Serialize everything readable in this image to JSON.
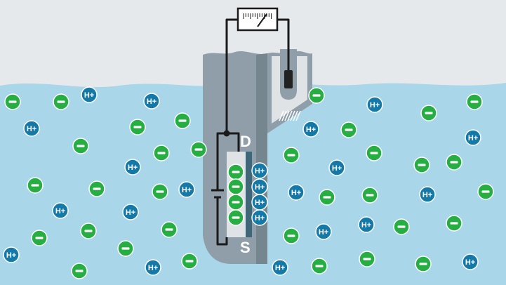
{
  "colors": {
    "sky": "#e6e9ec",
    "water": "#a9d6e8",
    "probe_body": "#8f9ea8",
    "probe_shadow": "#75868f",
    "probe_light": "#dfe3e6",
    "wire": "#1a1a1a",
    "negative_ion": "#27ae43",
    "hydrogen_ion": "#1579a8",
    "gate_plate": "#3f6778",
    "meter_face": "#ffffff"
  },
  "labels": {
    "drain": "D",
    "source": "S",
    "hydrogen_ion": "H+",
    "negative_ion": "−"
  },
  "icons": {
    "meter": "analog-meter-icon",
    "battery": "battery-icon",
    "reference_electrode": "reference-electrode-icon"
  }
}
